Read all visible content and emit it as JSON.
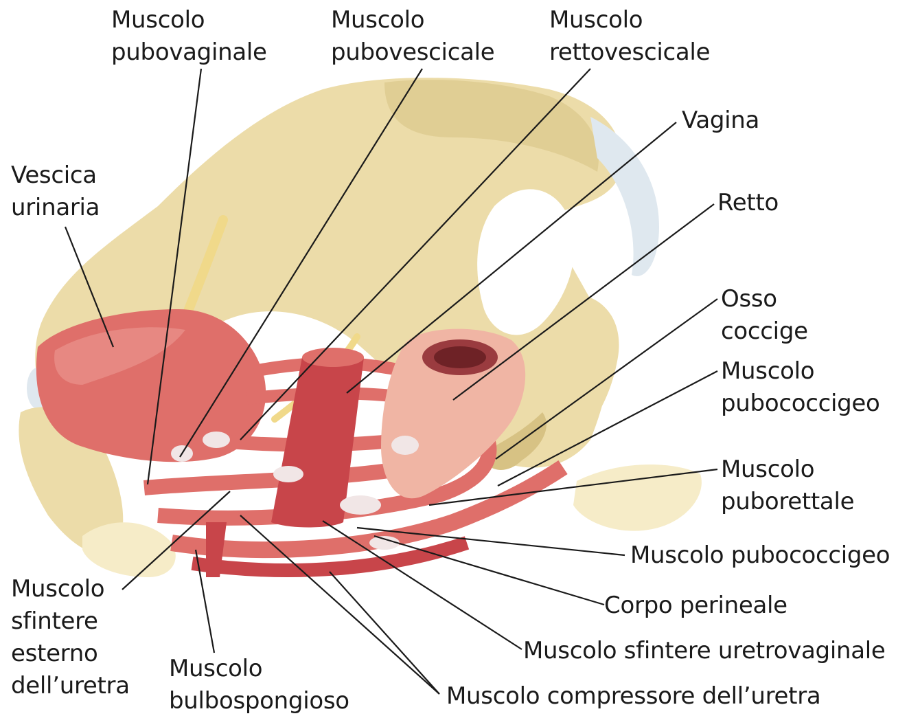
{
  "colors": {
    "bone": "#ecdca9",
    "bone_shadow": "#d7c284",
    "bone_light": "#f6ecc8",
    "muscle": "#df6f6a",
    "muscle_dark": "#c8454a",
    "muscle_light": "#f0a19a",
    "tendon": "#f1e6e6",
    "nerve": "#f0d98a",
    "rectum": "#f0b5a4",
    "leader_line": "#1a1a1a",
    "cartilage": "#dfe8ef"
  },
  "labels": {
    "pubovaginale": [
      "Muscolo",
      "pubovaginale"
    ],
    "pubovescicale": [
      "Muscolo",
      "pubovescicale"
    ],
    "rettovescicale": [
      "Muscolo",
      "rettovescicale"
    ],
    "vagina": [
      "Vagina"
    ],
    "vescica": [
      "Vescica",
      "urinaria"
    ],
    "retto": [
      "Retto"
    ],
    "coccige": [
      "Osso",
      "coccige"
    ],
    "pubococcigeo_top": [
      "Muscolo",
      "pubococcigeo"
    ],
    "puborettale": [
      "Muscolo",
      "puborettale"
    ],
    "pubococcigeo_bottom": [
      "Muscolo pubococcigeo"
    ],
    "corpo_perineale": [
      "Corpo perineale"
    ],
    "sfintere_uretrovaginale": [
      "Muscolo sfintere uretrovaginale"
    ],
    "compressore": [
      "Muscolo compressore dell’uretra"
    ],
    "sfintere_esterno": [
      "Muscolo",
      "sfintere",
      "esterno",
      "dell’uretra"
    ],
    "bulbospongioso": [
      "Muscolo",
      "bulbospongioso"
    ]
  }
}
